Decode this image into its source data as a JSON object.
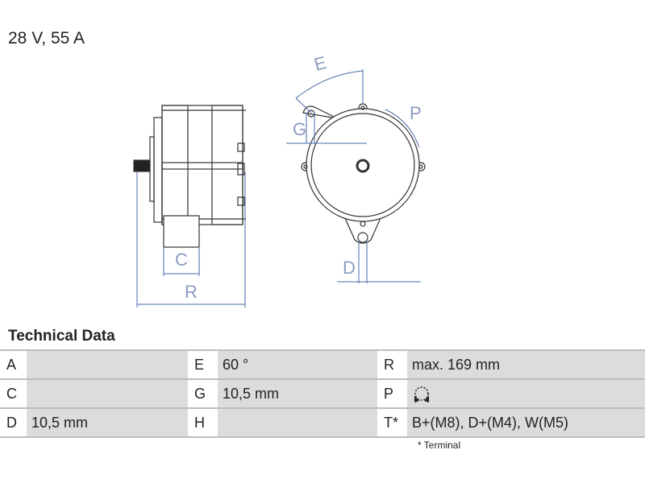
{
  "title": "28 V, 55 A",
  "drawing": {
    "labels": {
      "E": "E",
      "P": "P",
      "G": "G",
      "C": "C",
      "R": "R",
      "D": "D"
    }
  },
  "technical_data": {
    "heading": "Technical Data",
    "rows": [
      [
        {
          "k": "A",
          "v": ""
        },
        {
          "k": "E",
          "v": "60 °"
        },
        {
          "k": "R",
          "v": "max. 169 mm"
        }
      ],
      [
        {
          "k": "C",
          "v": ""
        },
        {
          "k": "G",
          "v": "10,5 mm"
        },
        {
          "k": "P",
          "v": "",
          "icon": "rotation-both-directions-icon"
        }
      ],
      [
        {
          "k": "D",
          "v": "10,5 mm"
        },
        {
          "k": "H",
          "v": ""
        },
        {
          "k": "T*",
          "v": "B+(M8), D+(M4), W(M5)"
        }
      ]
    ],
    "footnote": "* Terminal"
  },
  "colors": {
    "dimension": "#4a6aa8",
    "cell": "#dcdcdc"
  }
}
